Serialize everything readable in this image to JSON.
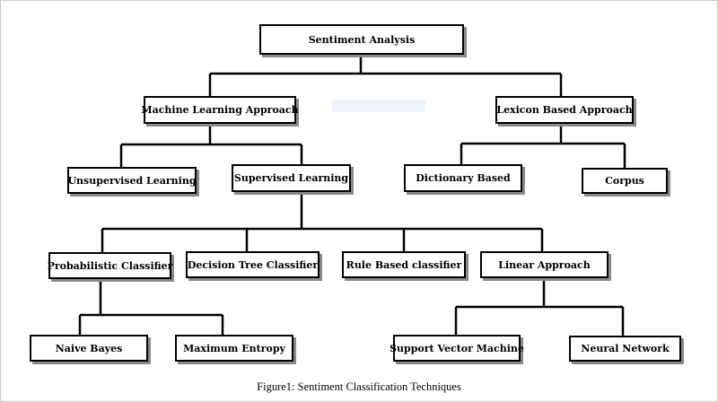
{
  "diagram": {
    "root": "Sentiment Analysis",
    "machine_learning": "Machine Learning Approach",
    "lexicon": "Lexicon Based Approach",
    "unsupervised": "Unsupervised Learning",
    "supervised": "Supervised Learning",
    "dictionary": "Dictionary Based",
    "corpus": "Corpus",
    "probabilistic": "Probabilistic Classifier",
    "decision_tree": "Decision Tree Classifier",
    "rule_based": "Rule Based classifier",
    "linear": "Linear Approach",
    "naive_bayes": "Naive Bayes",
    "max_entropy": "Maximum Entropy",
    "svm": "Support Vector Machine",
    "neural_network": "Neural Network"
  },
  "caption": "Figure1: Sentiment Classification Techniques"
}
